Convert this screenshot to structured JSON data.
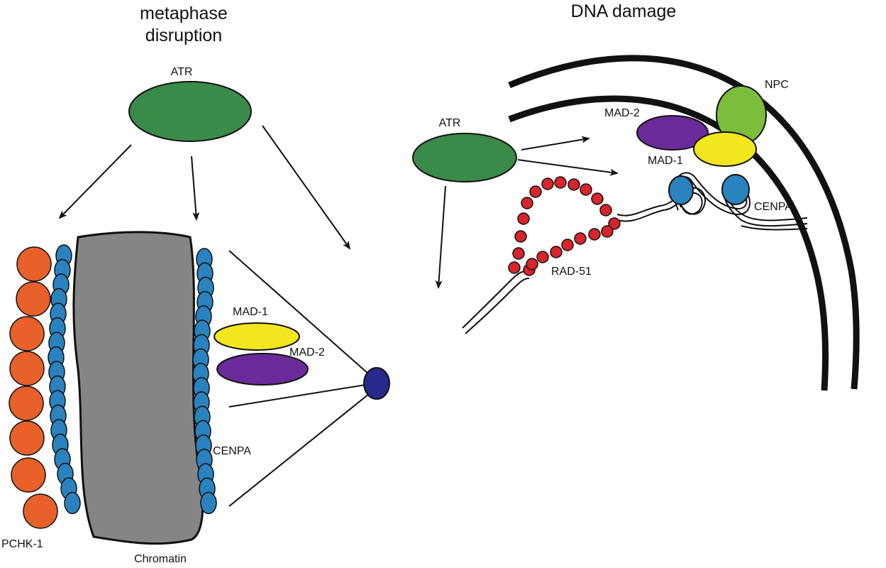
{
  "left_panel": {
    "title_line1": "metaphase",
    "title_line2": "disruption",
    "atr_label": "ATR",
    "mad1_label": "MAD-1",
    "mad2_label": "MAD-2",
    "cenpa_label": "CENPA",
    "pchk1_label": "PCHK-1",
    "chromatin_label": "Chromatin"
  },
  "right_panel": {
    "title": "DNA damage",
    "atr_label": "ATR",
    "npc_label": "NPC",
    "mad2_label": "MAD-2",
    "mad1_label": "MAD-1",
    "cenpa_label": "CENPA",
    "rad51_label": "RAD-51"
  },
  "colors": {
    "atr": "#3a8a4a",
    "mad1": "#f2e61e",
    "mad2": "#6a2a9a",
    "cenpa": "#2a82bf",
    "pchk1": "#e8602a",
    "chromatin": "#858585",
    "centrosome": "#252a8a",
    "npc": "#7cbd3c",
    "rad51": "#d8242c"
  }
}
